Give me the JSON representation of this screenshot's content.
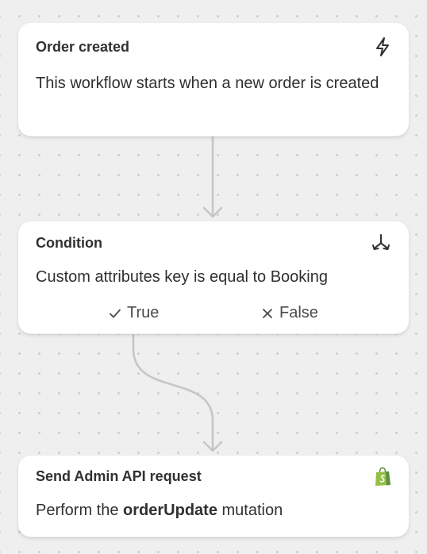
{
  "trigger": {
    "title": "Order created",
    "icon": "lightning-icon",
    "description": "This workflow starts when a new order is created"
  },
  "condition": {
    "title": "Condition",
    "icon": "branch-icon",
    "description": "Custom attributes key is equal to Booking",
    "branches": {
      "true_label": "True",
      "false_label": "False"
    }
  },
  "action": {
    "title": "Send Admin API request",
    "icon": "shopify-bag-icon",
    "description_prefix": "Perform the ",
    "description_bold": "orderUpdate",
    "description_suffix": " mutation"
  },
  "colors": {
    "canvas": "#efefef",
    "card": "#ffffff",
    "connector": "#c6c6c6",
    "shopify_green": "#95bf47"
  }
}
